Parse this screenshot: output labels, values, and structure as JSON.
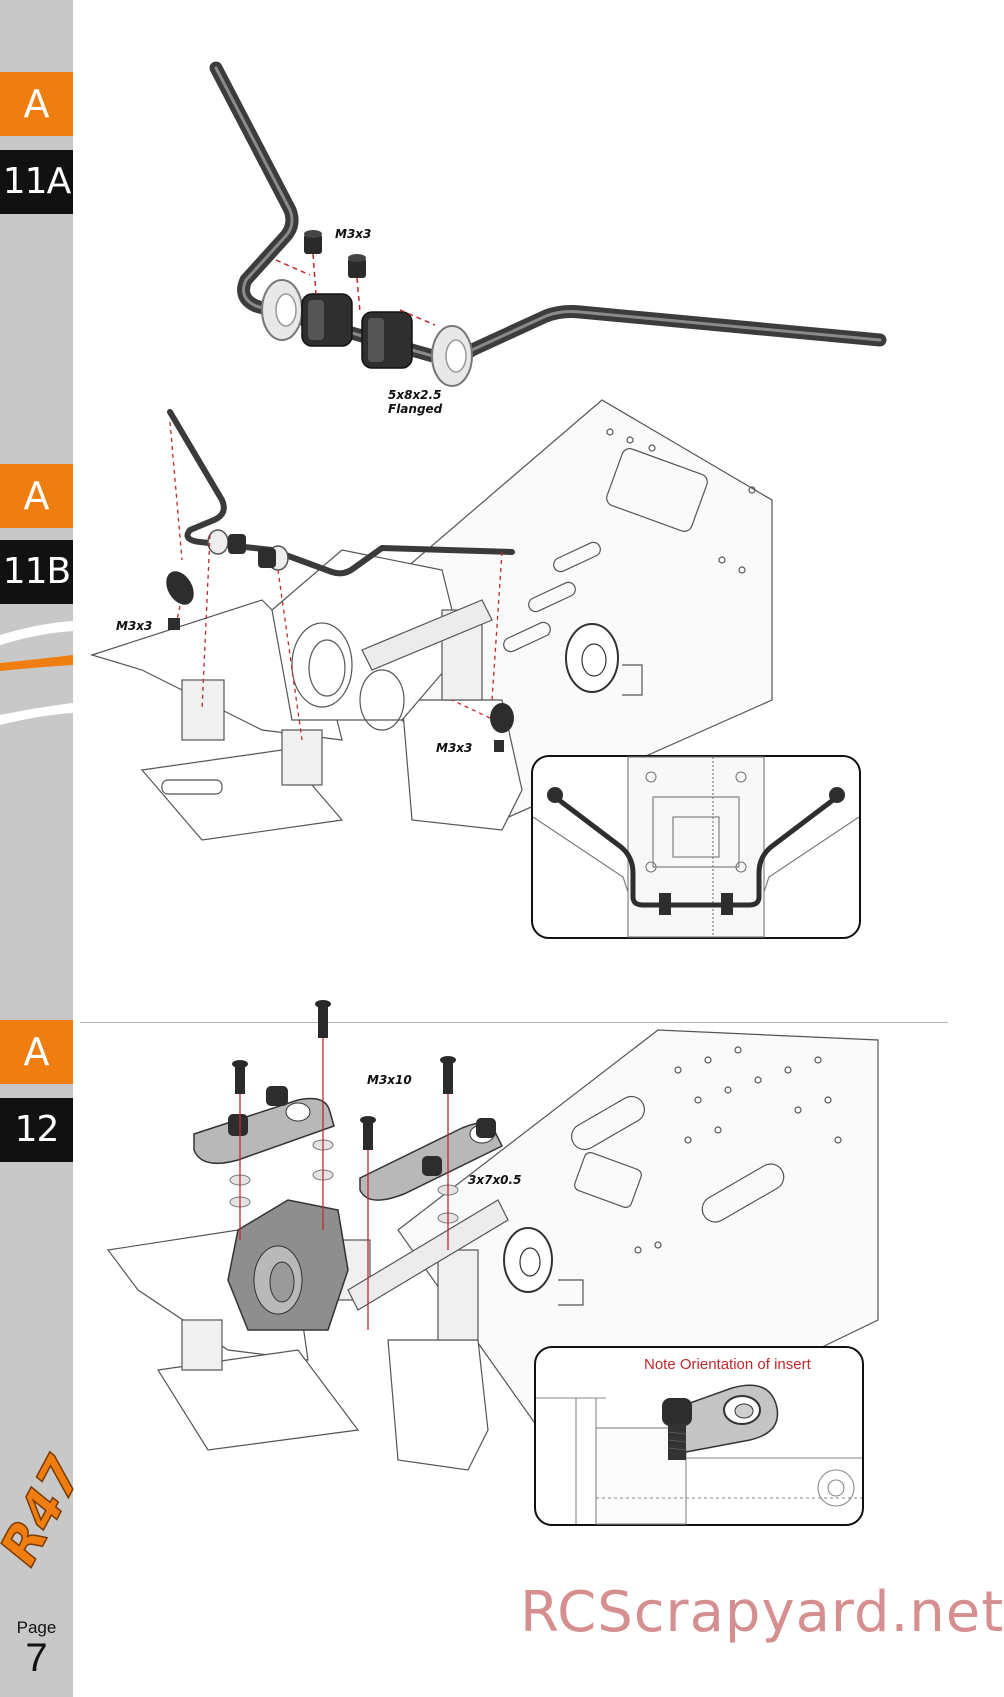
{
  "sidebar": {
    "steps": [
      {
        "letter": "A",
        "step": "11A"
      },
      {
        "letter": "A",
        "step": "11B"
      },
      {
        "letter": "A",
        "step": "12"
      }
    ],
    "brand_logo": "R47",
    "page_label": "Page",
    "page_number": "7"
  },
  "step_11a": {
    "screw_label": "M3x3",
    "bearing_label_line1": "5x8x2.5",
    "bearing_label_line2": "Flanged"
  },
  "step_11b": {
    "screw_label_left": "M3x3",
    "screw_label_right": "M3x3"
  },
  "step_12": {
    "screw_label": "M3x10",
    "shim_label": "3x7x0.5",
    "inset_note": "Note Orientation of insert"
  },
  "watermark": "RCScrapyard.net",
  "colors": {
    "accent_orange": "#f07d10",
    "sidebar_gray": "#c8c8c8",
    "tag_black": "#111111",
    "note_red": "#c0282d",
    "leader_red": "#c0282d"
  }
}
